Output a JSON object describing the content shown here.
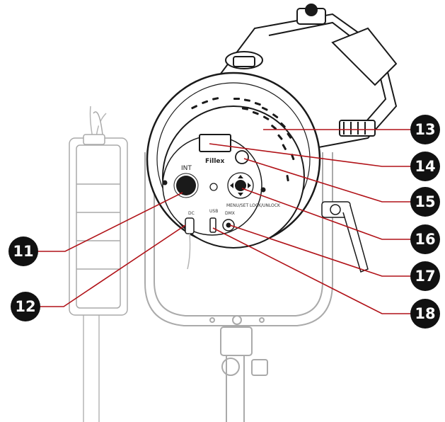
{
  "device": {
    "int_label": "INT",
    "brand_label": "Fillex",
    "menu_label": "MENU/SET LOCK/UNLOCK",
    "dc_label": "DC",
    "usb_label": "USB",
    "dmx_label": "DMX"
  },
  "callouts": [
    {
      "number": "11"
    },
    {
      "number": "12"
    },
    {
      "number": "13"
    },
    {
      "number": "14"
    },
    {
      "number": "15"
    },
    {
      "number": "16"
    },
    {
      "number": "17"
    },
    {
      "number": "18"
    }
  ],
  "colors": {
    "line": "#b11218",
    "badge": "#111111",
    "drawing": "#1a1a1a",
    "faded": "#b5b5b5"
  }
}
